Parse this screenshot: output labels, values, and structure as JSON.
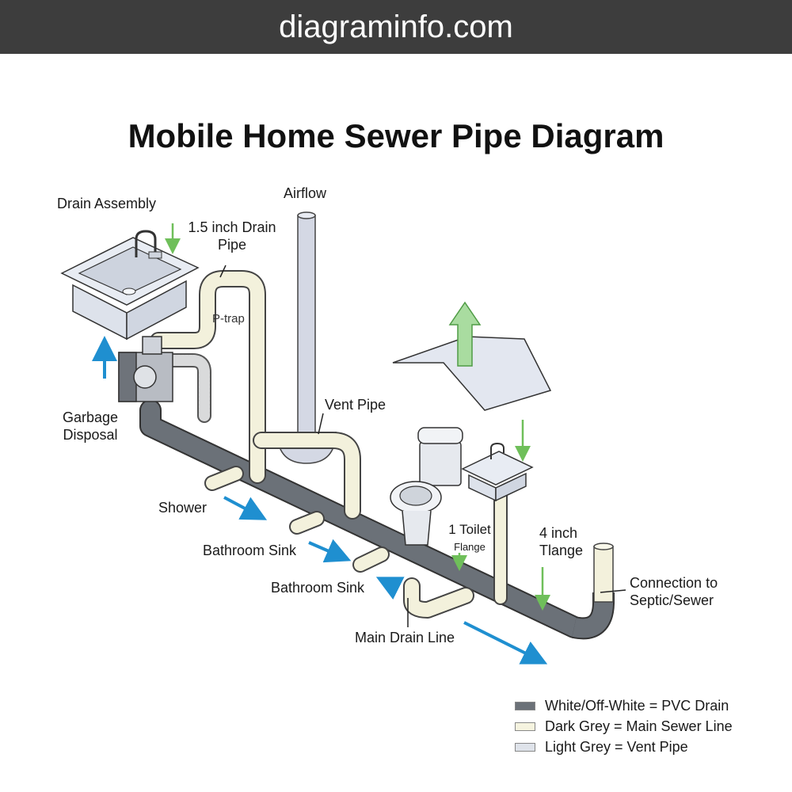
{
  "banner": {
    "site": "diagraminfo.com"
  },
  "title": "Mobile Home Sewer Pipe Diagram",
  "labels": {
    "drain_assembly": "Drain Assembly",
    "drain_pipe_line1": "1.5 inch Drain",
    "drain_pipe_line2": "Pipe",
    "airflow": "Airflow",
    "p_trap": "P-trap",
    "garbage_disposal_line1": "Garbage",
    "garbage_disposal_line2": "Disposal",
    "vent_pipe": "Vent Pipe",
    "shower": "Shower",
    "bathroom_sink_1": "Bathroom Sink",
    "bathroom_sink_2": "Bathroom Sink",
    "toilet_line1": "1 Toilet",
    "toilet_line2": "Flange",
    "flange_line1": "4 inch",
    "flange_line2": "Tlange",
    "connection_line1": "Connection to",
    "connection_line2": "Septic/Sewer",
    "main_drain_line": "Main Drain Line"
  },
  "legend": [
    {
      "swatch_color": "#6b7178",
      "text": "White/Off-White = PVC Drain"
    },
    {
      "swatch_color": "#f5f3df",
      "text": "Dark Grey = Main Sewer Line"
    },
    {
      "swatch_color": "#dfe3ea",
      "text": "Light Grey = Vent Pipe"
    }
  ],
  "colors": {
    "main_line": "#6b7178",
    "pvc": "#f3f1dc",
    "vent": "#d4d8e4",
    "flow_arrow": "#1f8fd0",
    "indicator_arrow": "#6fbf5a"
  }
}
